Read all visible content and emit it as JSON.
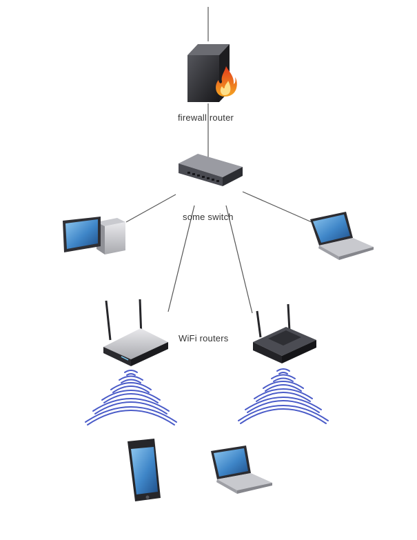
{
  "labels": {
    "firewall_router": "firewall router",
    "switch": "some switch",
    "wifi_routers": "WiFi routers"
  },
  "icons": {
    "firewall_router": "firewall-router-icon",
    "switch": "network-switch-icon",
    "desktop": "desktop-computer-icon",
    "laptop_wired": "laptop-icon",
    "wifi_router_left": "wifi-router-icon",
    "wifi_router_right": "wifi-router-icon",
    "wifi_waves_left": "wifi-signal-icon",
    "wifi_waves_right": "wifi-signal-icon",
    "phone": "smartphone-icon",
    "laptop_wireless": "laptop-icon"
  },
  "colors": {
    "link_line": "#555555",
    "wifi_wave": "#4a5bc8",
    "device_dark": "#2a2a2e",
    "screen_blue": "#5aa0d8",
    "flame": "#f07820"
  }
}
